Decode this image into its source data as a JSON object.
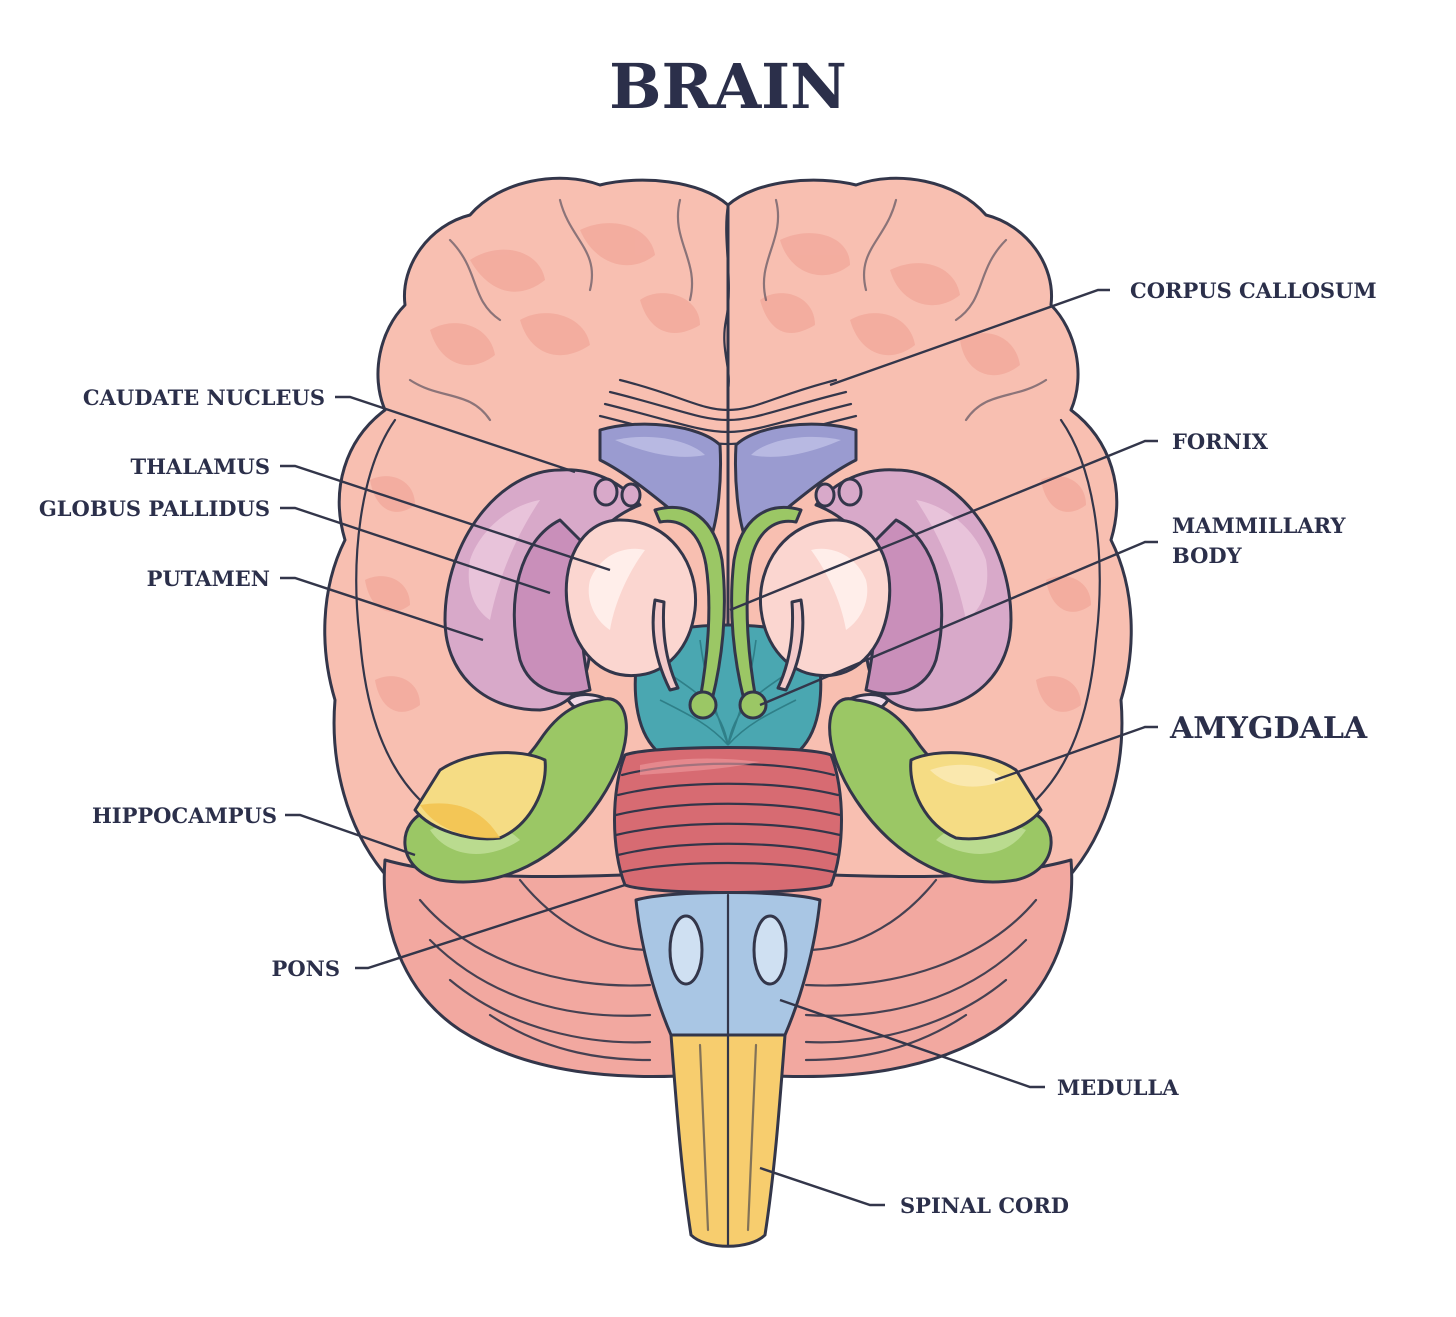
{
  "title": "BRAIN",
  "labels": {
    "corpus_callosum": "CORPUS CALLOSUM",
    "caudate_nucleus": "CAUDATE NUCLEUS",
    "thalamus": "THALAMUS",
    "globus_pallidus": "GLOBUS PALLIDUS",
    "putamen": "PUTAMEN",
    "fornix": "FORNIX",
    "mammillary_body_line1": "MAMMILLARY",
    "mammillary_body_line2": "BODY",
    "amygdala": "AMYGDALA",
    "hippocampus": "HIPPOCAMPUS",
    "pons": "PONS",
    "medulla": "MEDULLA",
    "spinal_cord": "SPINAL CORD"
  },
  "colors": {
    "title": "#2b2f4a",
    "cortex": "#f8bfb1",
    "cortex_dark": "#ef9f91",
    "cerebellum": "#ec948c",
    "caudate": "#d8a9c9",
    "thalamus": "#fbd6d0",
    "ventricle": "#9a9bd0",
    "fornix": "#9bc765",
    "brainstem_fibers": "#4aa7b1",
    "pons": "#d76b72",
    "medulla": "#a9c6e4",
    "spinal_cord": "#f7cd6e",
    "amygdala": "#f5dc84",
    "hippocampus": "#9bc765"
  }
}
